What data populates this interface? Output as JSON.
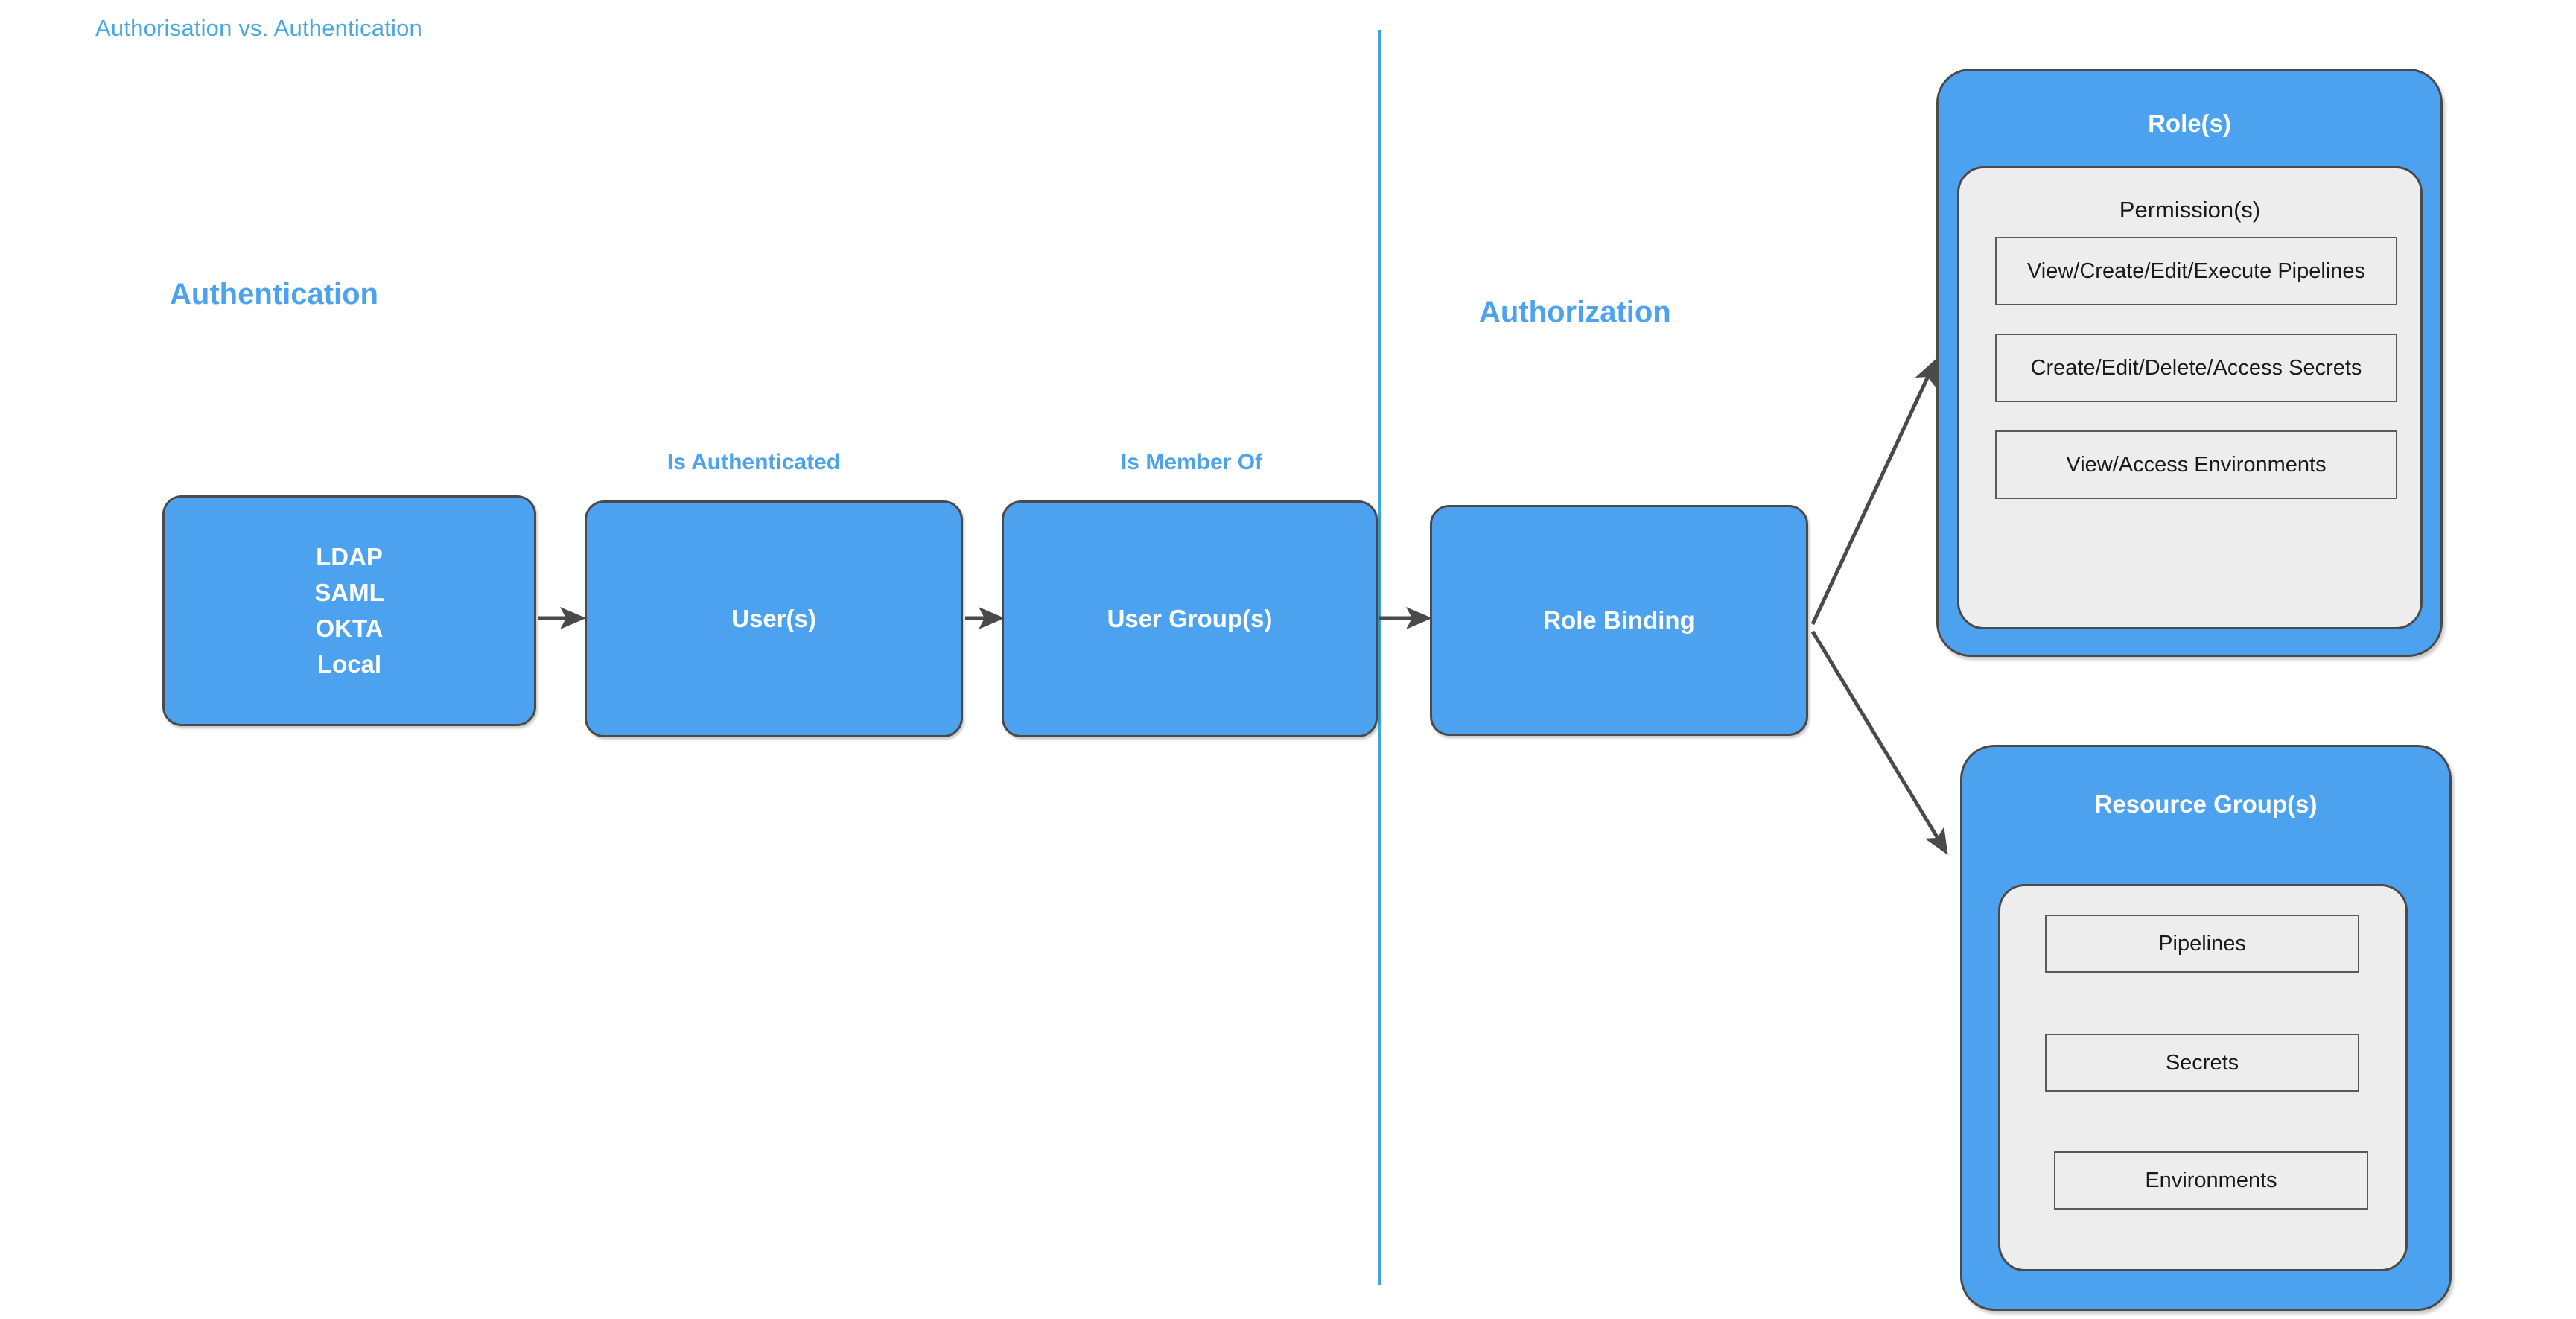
{
  "page": {
    "title": "Authorisation vs. Authentication",
    "background": "#ffffff"
  },
  "colors": {
    "brand_blue": "#4da2ef",
    "title_blue": "#49a7e0",
    "divider_blue": "#3fa7e0",
    "panel_gray": "#ededed",
    "stroke_dark": "#4a4a4a",
    "text_dark": "#1a1a1a",
    "text_white": "#ffffff"
  },
  "sections": {
    "authentication_heading": "Authentication",
    "authorization_heading": "Authorization"
  },
  "flow": {
    "boxes": [
      {
        "id": "identity-providers",
        "lines": [
          "LDAP",
          "SAML",
          "OKTA",
          "Local"
        ]
      },
      {
        "id": "users",
        "label": "User(s)"
      },
      {
        "id": "user-groups",
        "label": "User Group(s)"
      },
      {
        "id": "role-binding",
        "label": "Role Binding"
      }
    ],
    "edge_labels": [
      {
        "id": "is-authenticated",
        "label": "Is Authenticated"
      },
      {
        "id": "is-member-of",
        "label": "Is Member Of"
      }
    ]
  },
  "roles_card": {
    "title": "Role(s)",
    "panel_title": "Permission(s)",
    "permissions": [
      "View/Create/Edit/Execute Pipelines",
      "Create/Edit/Delete/Access Secrets",
      "View/Access Environments"
    ]
  },
  "resource_groups_card": {
    "title": "Resource Group(s)",
    "resources": [
      "Pipelines",
      "Secrets",
      "Environments"
    ]
  },
  "icons": {
    "arrow_right": "arrow-right-icon",
    "arrow_branch_up": "arrow-branch-up-icon",
    "arrow_branch_down": "arrow-branch-down-icon",
    "divider": "vertical-divider-icon"
  }
}
